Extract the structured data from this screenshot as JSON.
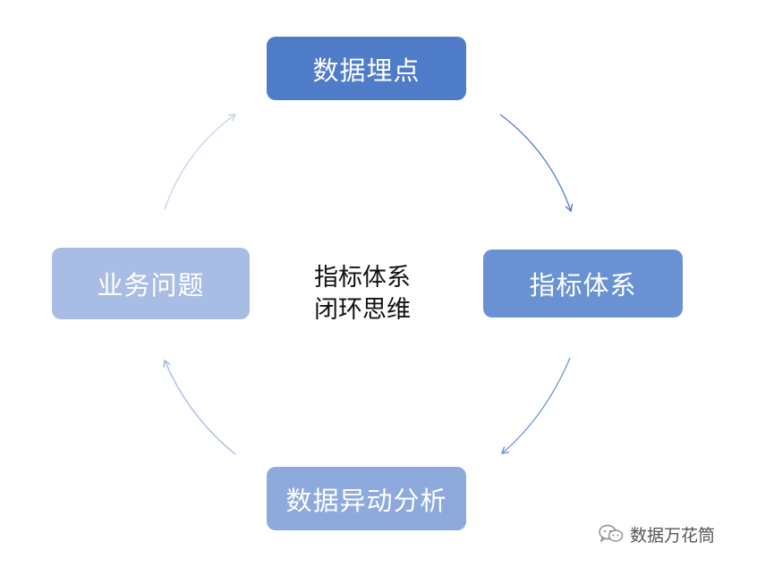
{
  "diagram": {
    "nodes": {
      "top": "数据埋点",
      "right": "指标体系",
      "bottom": "数据异动分析",
      "left": "业务问题"
    },
    "center_label": {
      "line1": "指标体系",
      "line2": "闭环思维"
    }
  },
  "watermark": {
    "text": "数据万花筒",
    "icon": "wechat-icon"
  }
}
